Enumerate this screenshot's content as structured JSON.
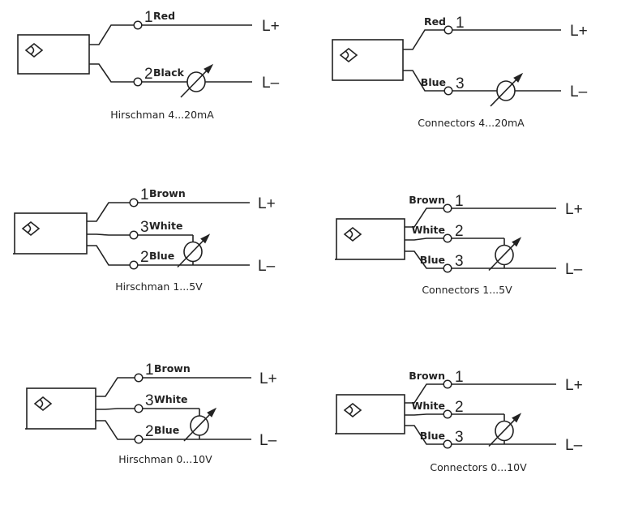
{
  "diagrams": [
    {
      "caption": "Hirschman 4...20mA",
      "variant": "hirschman",
      "kind": "current",
      "wires": [
        {
          "pin": "1",
          "color": "Red",
          "rail": "L+"
        },
        {
          "pin": "2",
          "color": "Black",
          "rail": "L-",
          "meter": true
        }
      ]
    },
    {
      "caption": "Connectors 4...20mA",
      "variant": "connectors",
      "kind": "current",
      "wires": [
        {
          "pin": "1",
          "color": "Red",
          "rail": "L+"
        },
        {
          "pin": "3",
          "color": "Blue",
          "rail": "L-",
          "meter": true
        }
      ]
    },
    {
      "caption": "Hirschman 1...5V",
      "variant": "hirschman",
      "kind": "voltage",
      "wires": [
        {
          "pin": "1",
          "color": "Brown",
          "rail": "L+"
        },
        {
          "pin": "3",
          "color": "White",
          "rail": ""
        },
        {
          "pin": "2",
          "color": "Blue",
          "rail": "L-"
        }
      ]
    },
    {
      "caption": "Connectors 1...5V",
      "variant": "connectors",
      "kind": "voltage",
      "wires": [
        {
          "pin": "1",
          "color": "Brown",
          "rail": "L+"
        },
        {
          "pin": "2",
          "color": "White",
          "rail": ""
        },
        {
          "pin": "3",
          "color": "Blue",
          "rail": "L-"
        }
      ]
    },
    {
      "caption": "Hirschman 0...10V",
      "variant": "hirschman",
      "kind": "voltage",
      "wires": [
        {
          "pin": "1",
          "color": "Brown",
          "rail": "L+"
        },
        {
          "pin": "3",
          "color": "White",
          "rail": ""
        },
        {
          "pin": "2",
          "color": "Blue",
          "rail": "L-"
        }
      ]
    },
    {
      "caption": "Connectors 0...10V",
      "variant": "connectors",
      "kind": "voltage",
      "wires": [
        {
          "pin": "1",
          "color": "Brown",
          "rail": "L+"
        },
        {
          "pin": "2",
          "color": "White",
          "rail": ""
        },
        {
          "pin": "3",
          "color": "Blue",
          "rail": "L-"
        }
      ]
    }
  ],
  "icons": {
    "sensor": "inductive-sensor-symbol",
    "meter": "adjustable-meter-symbol",
    "terminal": "terminal-circle"
  }
}
